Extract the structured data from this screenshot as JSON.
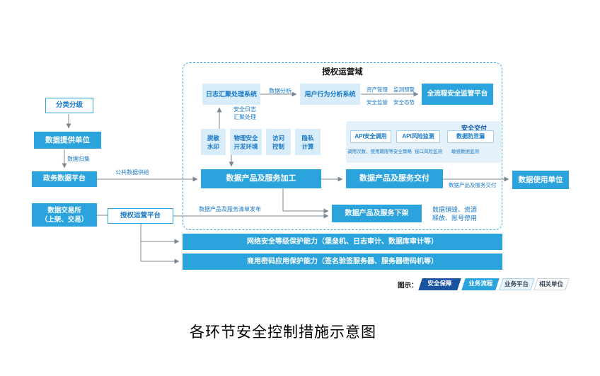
{
  "title": "各环节安全控制措施示意图",
  "colors": {
    "primary_blue": "#2BA3DC",
    "light_blue_bg": "#D9ECFA",
    "blue_text": "#1879C6",
    "legend_dark_blue": "#1A53A0",
    "panel_bg": "#E4F1FB"
  },
  "left_column": {
    "classify": "分类分级",
    "provider": "数据提供单位",
    "collect_label": "数据归集",
    "gov_platform": "政务数据平台",
    "exchange": "数据交易所\n（上架、交易）",
    "auth_platform": "授权运营平台",
    "public_supply_label": "公共数据供给",
    "list_publish_label": "数据产品及服务清单发布"
  },
  "domain_box": {
    "title": "授权运营域",
    "log_system": "日志汇聚处理系统",
    "data_analysis_label": "数据分析",
    "behavior_system": "用户行为分析系统",
    "monitor_labels": [
      "资产管理",
      "监测预警",
      "安全监管",
      "安全态势"
    ],
    "supervision_platform": "全流程安全监管平台",
    "log_flow_label": "安全日志\n汇聚处理",
    "tools": [
      "脱敏\n水印",
      "物理安全\n开发环境",
      "访问\n控制",
      "隐私\n计算"
    ],
    "secure_delivery": {
      "title": "安全交付",
      "items": [
        "API安全调用",
        "API风险监测",
        "数据防泄漏"
      ],
      "notes": [
        "调用次数、使用期限等安全策略",
        "接口风险监测",
        "敏感数据监测"
      ]
    },
    "processing": "数据产品及服务加工",
    "delivery": "数据产品及服务交付",
    "removal": "数据产品及服务下架",
    "removal_note": "数据销毁、资源\n释放、账号停用",
    "delivery_label": "数据产品及服务交付"
  },
  "right_column": {
    "user_unit": "数据使用单位"
  },
  "capability_bars": [
    "网络安全等级保护能力（堡垒机、日志审计、数据库审计等）",
    "商用密码应用保护能力（签名验签服务器、服务器密码机等）"
  ],
  "legend": {
    "label": "图示：",
    "items": [
      {
        "label": "安全保障",
        "style": "dark"
      },
      {
        "label": "业务流程",
        "style": "blue"
      },
      {
        "label": "业务平台",
        "style": "light"
      },
      {
        "label": "相关单位",
        "style": "white"
      }
    ]
  }
}
